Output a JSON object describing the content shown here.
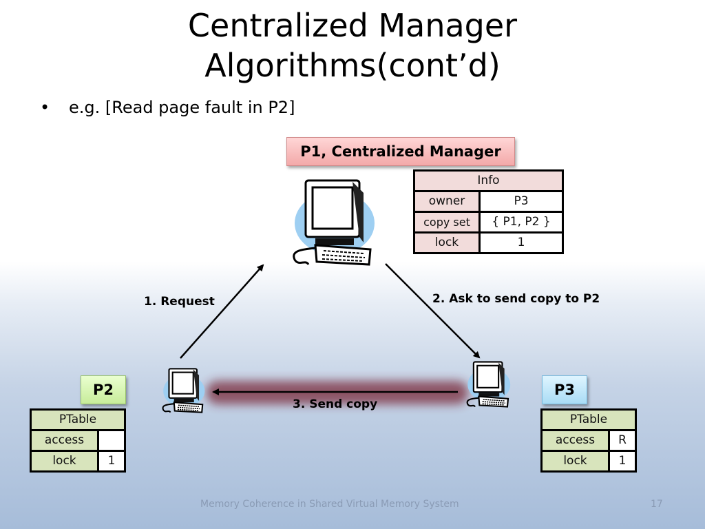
{
  "slide": {
    "title_line1": "Centralized Manager",
    "title_line2": "Algorithms(cont’d)",
    "bullet": "e.g. [Read page fault in P2]",
    "bullet_marker": "•"
  },
  "manager": {
    "label": "P1, Centralized Manager",
    "info_table": {
      "header": "Info",
      "rows": [
        {
          "key": "owner",
          "value": "P3"
        },
        {
          "key": "copy set",
          "value": "{ P1, P2 }"
        },
        {
          "key": "lock",
          "value": "1"
        }
      ]
    }
  },
  "p2": {
    "label": "P2",
    "ptable": {
      "header": "PTable",
      "rows": [
        {
          "key": "access",
          "value": ""
        },
        {
          "key": "lock",
          "value": "1"
        }
      ]
    }
  },
  "p3": {
    "label": "P3",
    "ptable": {
      "header": "PTable",
      "rows": [
        {
          "key": "access",
          "value": "R"
        },
        {
          "key": "lock",
          "value": "1"
        }
      ]
    }
  },
  "edges": {
    "request": "1. Request",
    "ask": "2. Ask to send copy to P2",
    "send": "3. Send copy"
  },
  "footer": {
    "text": "Memory Coherence in Shared Virtual Memory System",
    "page": "17"
  },
  "colors": {
    "manager_box": "#f3a9a9",
    "p2_box": "#c7ec9a",
    "p3_box": "#a9dcf5",
    "info_table_fill": "#f2dcdb",
    "ptable_fill": "#d8e4bc",
    "send_glow": "#7a2a3a"
  },
  "icons": [
    "computer-icon"
  ]
}
